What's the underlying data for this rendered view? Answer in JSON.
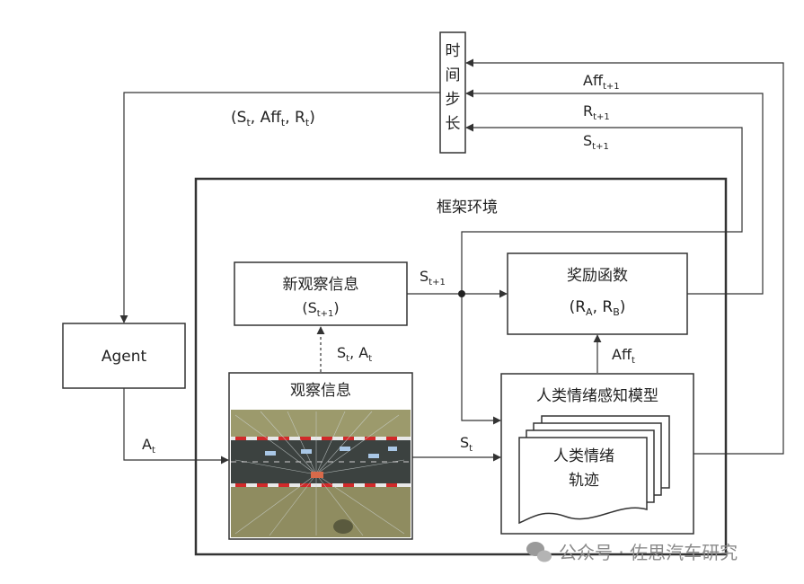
{
  "timestep": {
    "chars": [
      "时",
      "间",
      "步",
      "长"
    ]
  },
  "env": {
    "title": "框架环境"
  },
  "agent": {
    "label": "Agent"
  },
  "new_obs": {
    "title": "新观察信息",
    "sub": "S",
    "sub_sub": "t+1"
  },
  "reward": {
    "title": "奖励函数",
    "sub_open": "(R",
    "sub_a": "A",
    "sub_mid": ", R",
    "sub_b": "B",
    "sub_close": ")"
  },
  "obs": {
    "title": "观察信息"
  },
  "emotion_model": {
    "title": "人类情绪感知模型",
    "card_line1": "人类情绪",
    "card_line2": "轨迹"
  },
  "labels": {
    "feedback_agent": {
      "open": "(S",
      "t1": "t",
      "mid1": ", Aff",
      "t2": "t",
      "mid2": ", R",
      "t3": "t",
      "close": ")"
    },
    "aff_next": {
      "base": "Aff",
      "sub": "t+1"
    },
    "r_next": {
      "base": "R",
      "sub": "t+1"
    },
    "s_next_top": {
      "base": "S",
      "sub": "t+1"
    },
    "s_next_mid": {
      "base": "S",
      "sub": "t+1"
    },
    "st_at": {
      "b1": "S",
      "s1": "t",
      "mid": ", A",
      "s2": "t"
    },
    "aff_t": {
      "base": "Aff",
      "sub": "t"
    },
    "a_t": {
      "base": "A",
      "sub": "t"
    },
    "s_t": {
      "base": "S",
      "sub": "t"
    }
  },
  "watermark": {
    "text": "公众号 · 佐思汽车研究"
  }
}
